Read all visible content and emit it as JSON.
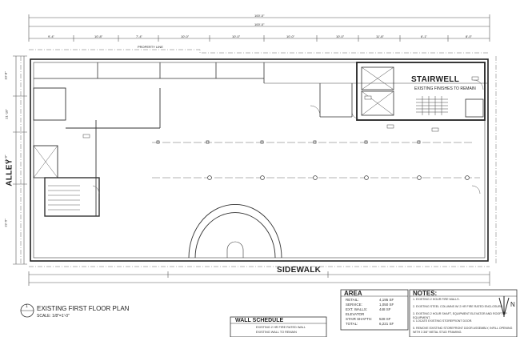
{
  "plan": {
    "room_labels": {
      "stairwell": "STAIRWELL",
      "stairwell_note": "EXISTING FINISHES TO REMAIN",
      "alley": "ALLEY",
      "sidewalk": "SIDEWALK",
      "property_line": "PROPERTY LINE"
    },
    "title": {
      "text": "EXISTING FIRST FLOOR PLAN",
      "scale": "SCALE: 1/8\"=1'-0\"",
      "sheet_marker": "1"
    },
    "area": {
      "heading": "AREA",
      "rows": [
        {
          "label": "RETAIL:",
          "value": "4,195 SF"
        },
        {
          "label": "SERVICE:",
          "value": "1,050 SF"
        },
        {
          "label": "EXT. WALLS:",
          "value": "448 SF"
        },
        {
          "label": "ELEVATOR",
          "value": ""
        },
        {
          "label": "STAIR SHAFTS:",
          "value": "528 SF"
        },
        {
          "label": "TOTAL:",
          "value": "6,221 SF"
        }
      ]
    },
    "notes": {
      "heading": "NOTES:",
      "items": [
        "1. EXISTING 2 HOUR FIRE WALLS.",
        "2. EXISTING STEEL COLUMNS W/ 2 HR FIRE RATED ENCLOSURE.",
        "3. EXISTING 2 HOUR SHAFT, EQUIPMENT ELEVATOR AND ROOFTOP EQUIPMENT.",
        "4. LOCATE EXISTING STOREFRONT DOOR.",
        "5. REMOVE EXISTING STOREFRONT DOOR ASSEMBLY, INFILL OPENING WITH 3 3/8\" METAL STUD FRAMING."
      ]
    },
    "wall_schedule": {
      "heading": "WALL SCHEDULE",
      "items": [
        "EXISTING 2 HR FIRE RATED WALL",
        "EXISTING WALL TO REMAIN"
      ]
    },
    "col_dims": [
      "9'-4\"",
      "10'-8\"",
      "7'-4\"",
      "10'-0\"",
      "10'-0\"",
      "10'-0\"",
      "10'-0\"",
      "11'-8\"",
      "6'-1\"",
      "8'-0\""
    ],
    "side_dims": [
      "10'-8\"",
      "21'-10\"",
      "11'-9\"",
      "22'-5\""
    ],
    "total_dim": "100'-0\"",
    "north_arrow": "N"
  }
}
